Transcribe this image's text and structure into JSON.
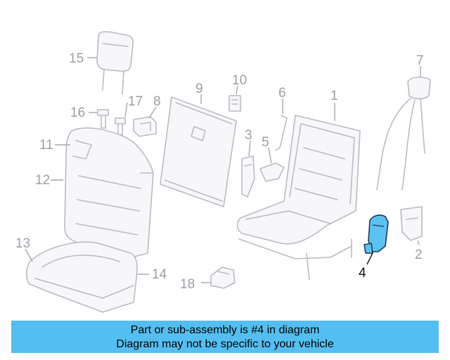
{
  "diagram": {
    "highlight_color": "#55bef0",
    "callouts": {
      "c1": "1",
      "c2": "2",
      "c3": "3",
      "c4": "4",
      "c5": "5",
      "c6": "6",
      "c7": "7",
      "c8": "8",
      "c9": "9",
      "c10": "10",
      "c11": "11",
      "c12": "12",
      "c13": "13",
      "c14": "14",
      "c15": "15",
      "c16": "16",
      "c17": "17",
      "c18": "18"
    },
    "highlighted_part": "4"
  },
  "banner": {
    "line1": "Part or sub-assembly is #4 in diagram",
    "line2": "Diagram may not be specific to your vehicle"
  }
}
